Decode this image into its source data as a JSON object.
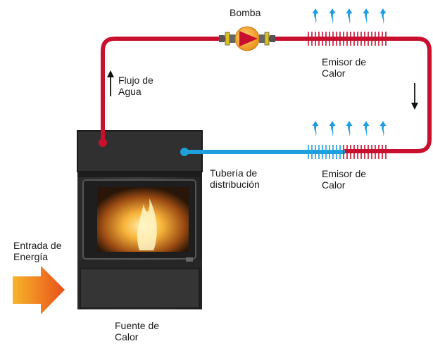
{
  "labels": {
    "pump": "Bomba",
    "flow_line1": "Flujo de",
    "flow_line2": "Agua",
    "emitter_top_line1": "Emisor de",
    "emitter_top_line2": "Calor",
    "emitter_bottom_line1": "Emisor de",
    "emitter_bottom_line2": "Calor",
    "pipe_line1": "Tubería de",
    "pipe_line2": "distribución",
    "energy_line1": "Entrada de",
    "energy_line2": "Energía",
    "source_line1": "Fuente de",
    "source_line2": "Calor"
  },
  "colors": {
    "hot_pipe": "#c8102e",
    "cold_pipe": "#1ea0dc",
    "heat_wave": "#1e9ee0",
    "stove_body": "#2e2e2e",
    "pump_body": "#f6a11a",
    "energy_arrow": "#f07d1e"
  },
  "icons": {
    "pump": "pump-icon",
    "heat_waves": "heat-wave-icon",
    "energy_arrow": "energy-arrow-icon",
    "flow_arrow_up": "arrow-up-icon",
    "flow_arrow_down": "arrow-down-icon"
  }
}
